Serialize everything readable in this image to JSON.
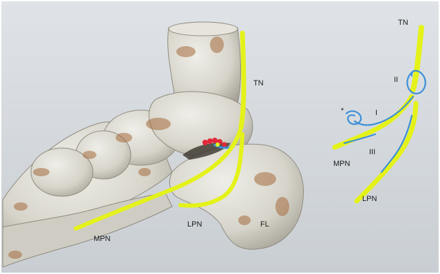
{
  "figure": {
    "left_panel": {
      "labels": {
        "tn": "TN",
        "mpn": "MPN",
        "lpn": "LPN",
        "fl": "FL"
      }
    },
    "right_panel": {
      "labels": {
        "tn": "TN",
        "branch_ii": "II",
        "branch_i": "I",
        "branch_iii": "III",
        "mpn": "MPN",
        "lpn": "LPN",
        "asterisk": "*"
      }
    }
  },
  "colors": {
    "background": "#d4d9de",
    "bone": "#d9d8cf",
    "bone_shadow": "#8e8a7e",
    "bone_stain": "#a66c3f",
    "nerve": "#e4f21a",
    "vessel_blue": "#3d8fd6",
    "vessel_red": "#e3283a"
  }
}
